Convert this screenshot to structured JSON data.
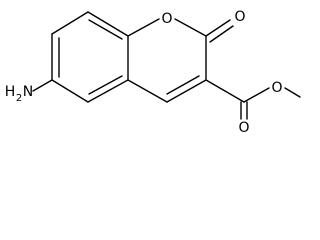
{
  "atoms": {
    "ring_oxygen": "O",
    "carbonyl_oxygen": "O",
    "ester_carbonyl_oxygen": "O",
    "ester_ether_oxygen": "O",
    "amine_nitrogen": "N",
    "amine_hydrogen": "H",
    "amine_hydrogen_count": "2"
  },
  "colors": {
    "bond": "#000000",
    "background": "#ffffff"
  }
}
